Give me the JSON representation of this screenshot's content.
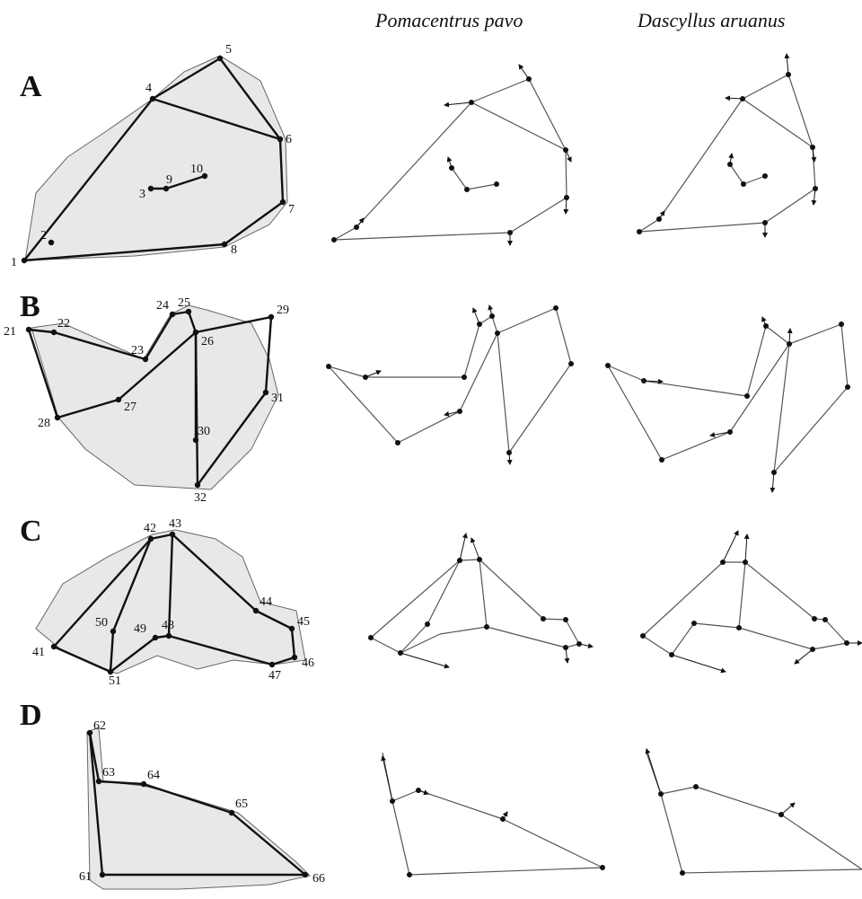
{
  "figure": {
    "species": [
      "Pomacentrus pavo",
      "Dascyllus aruanus"
    ],
    "panels": [
      {
        "letter": "A",
        "landmarks": [
          "1",
          "2",
          "3",
          "4",
          "5",
          "6",
          "7",
          "8",
          "9",
          "10"
        ]
      },
      {
        "letter": "B",
        "landmarks": [
          "21",
          "22",
          "23",
          "24",
          "25",
          "26",
          "27",
          "28",
          "29",
          "30",
          "31",
          "32"
        ]
      },
      {
        "letter": "C",
        "landmarks": [
          "41",
          "42",
          "43",
          "44",
          "45",
          "46",
          "47",
          "48",
          "49",
          "50",
          "51"
        ]
      },
      {
        "letter": "D",
        "landmarks": [
          "61",
          "62",
          "63",
          "64",
          "65",
          "66"
        ]
      }
    ]
  },
  "colors": {
    "ink": "#111111",
    "grid_line": "#555555",
    "bone_fill": "#e6e6e6"
  }
}
